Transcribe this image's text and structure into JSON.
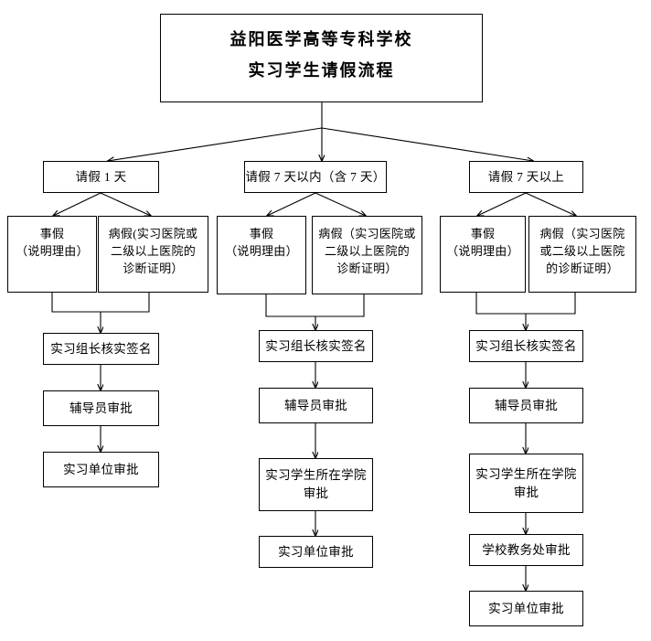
{
  "document": {
    "type": "flowchart",
    "title_lines": [
      "益阳医学高等专科学校",
      "实习学生请假流程"
    ]
  },
  "branches": [
    {
      "id": "branch-1-day",
      "header": "请假 1 天",
      "leave_types": [
        {
          "id": "personal-leave",
          "lines": [
            "事假",
            "（说明理由）"
          ]
        },
        {
          "id": "sick-leave",
          "lines": [
            "病假(实习医院或",
            "二级以上医院的",
            "诊断证明）"
          ]
        }
      ],
      "steps": [
        "实习组长核实签名",
        "辅导员审批",
        "实习单位审批"
      ]
    },
    {
      "id": "branch-within-7-days",
      "header": "请假 7 天以内（含 7 天）",
      "leave_types": [
        {
          "id": "personal-leave",
          "lines": [
            "事假",
            "（说明理由）"
          ]
        },
        {
          "id": "sick-leave",
          "lines": [
            "病假（实习医院或",
            "二级以上医院的",
            "诊断证明）"
          ]
        }
      ],
      "steps": [
        "实习组长核实签名",
        "辅导员审批",
        "实习学生所在学院\n审批",
        "实习单位审批"
      ]
    },
    {
      "id": "branch-over-7-days",
      "header": "请假 7 天以上",
      "leave_types": [
        {
          "id": "personal-leave",
          "lines": [
            "事假",
            "（说明理由）"
          ]
        },
        {
          "id": "sick-leave",
          "lines": [
            "病假（实习医院",
            "或二级以上医院",
            "的诊断证明）"
          ]
        }
      ],
      "steps": [
        "实习组长核实签名",
        "辅导员审批",
        "实习学生所在学院\n审批",
        "学校教务处审批",
        "实习单位审批"
      ]
    }
  ],
  "colors": {
    "stroke": "#000000",
    "background": "#ffffff",
    "text": "#000000"
  }
}
